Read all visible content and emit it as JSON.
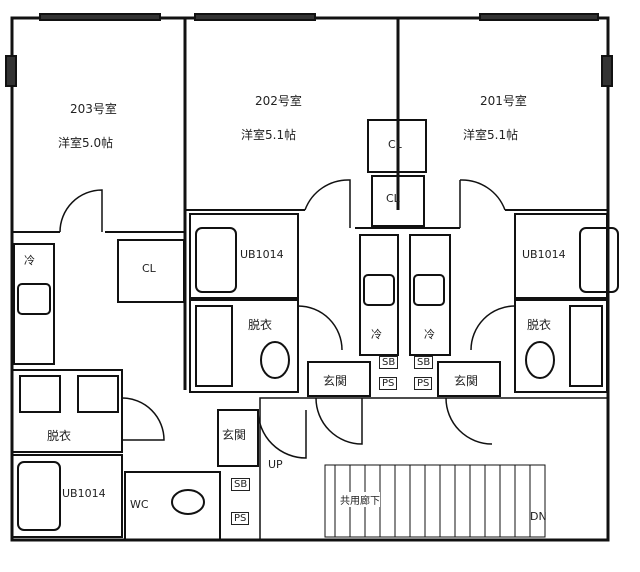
{
  "rooms": {
    "r203": {
      "name": "203号室",
      "type": "洋室5.0帖"
    },
    "r202": {
      "name": "202号室",
      "type": "洋室5.1帖"
    },
    "r201": {
      "name": "201号室",
      "type": "洋室5.1帖"
    }
  },
  "labels": {
    "cl_203": "CL",
    "cl_202": "CL",
    "cl_201": "CL",
    "ub_202": "UB1014",
    "ub_201": "UB1014",
    "ub_lower": "UB1014",
    "dressing_202": "脱衣",
    "dressing_201": "脱衣",
    "dressing_lower": "脱衣",
    "fridge_203": "冷",
    "fridge_202": "冷",
    "fridge_201": "冷",
    "sb_202": "SB",
    "sb_201": "SB",
    "sb_lower": "SB",
    "ps_202": "PS",
    "ps_201": "PS",
    "ps_lower": "PS",
    "entrance_202": "玄関",
    "entrance_201": "玄関",
    "entrance_203": "玄関",
    "wc": "WC",
    "up": "UP",
    "dn": "DN",
    "corridor": "共用廊下"
  }
}
